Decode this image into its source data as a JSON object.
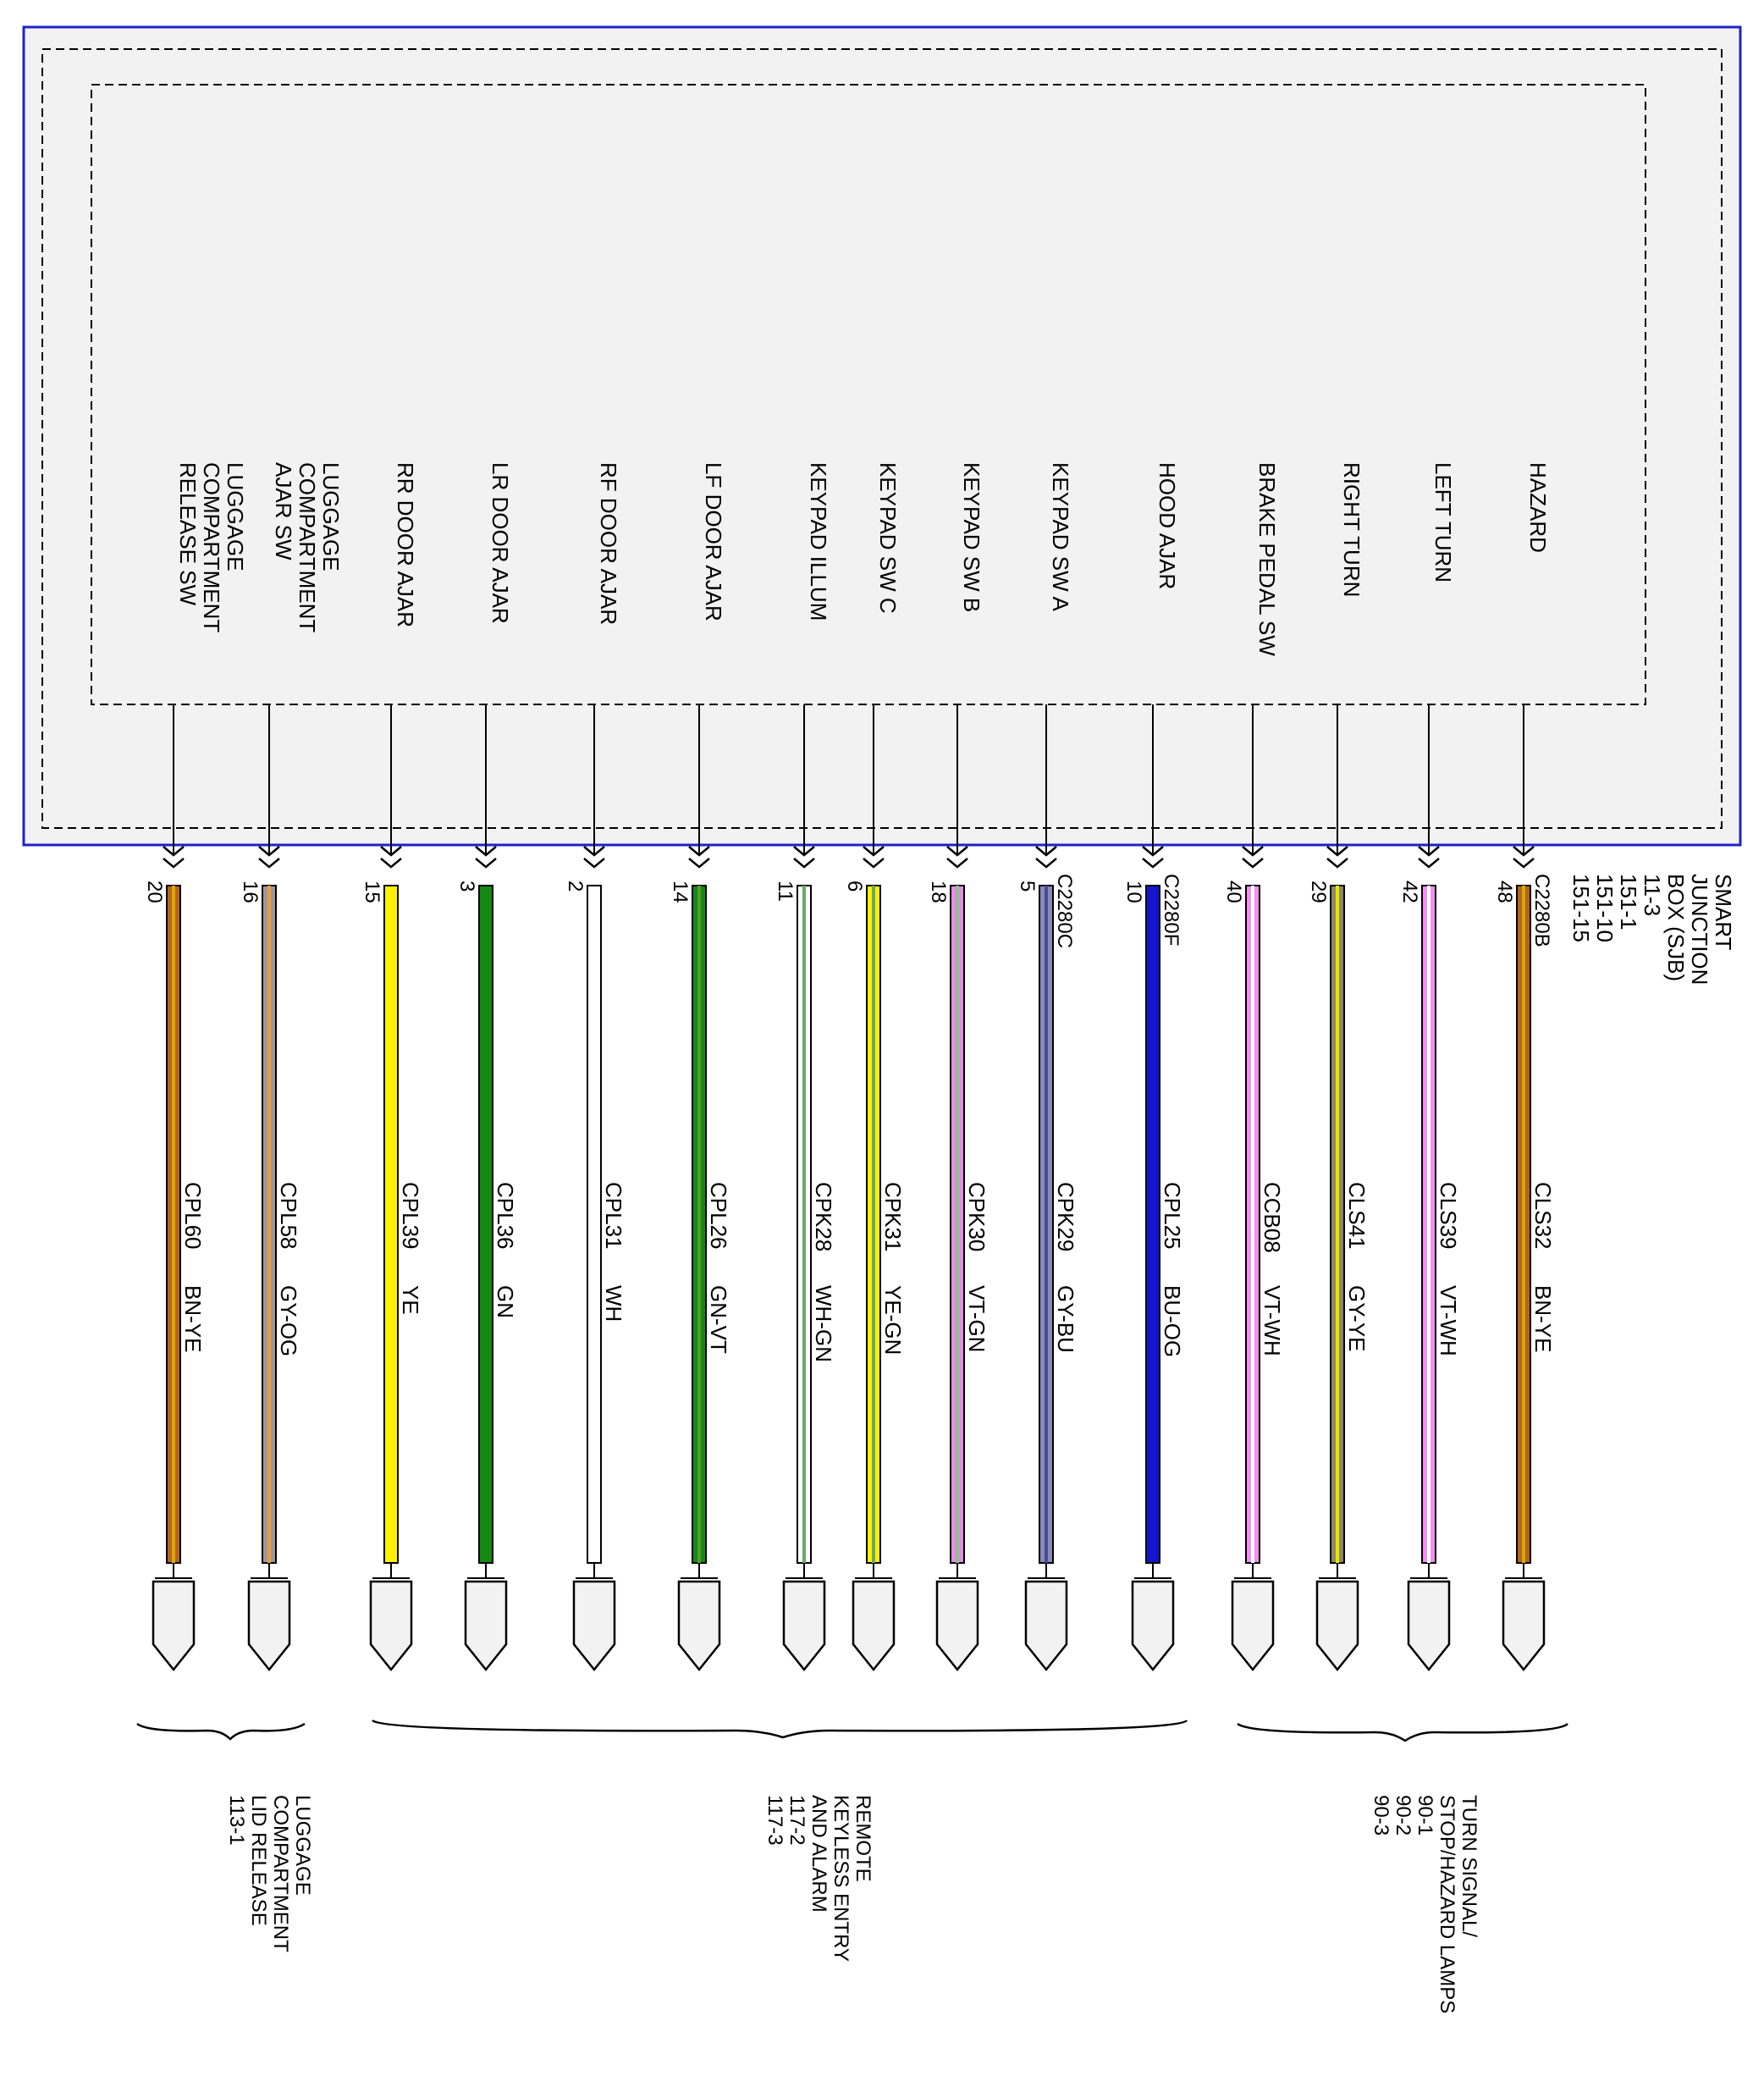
{
  "module": {
    "name_lines": [
      "SMART",
      "JUNCTION",
      "BOX (SJB)",
      "11-3",
      "151-1",
      "151-10",
      "151-15"
    ]
  },
  "wires": [
    {
      "func": [
        "LUGGAGE",
        "COMPARTMENT",
        "RELEASE SW"
      ],
      "pin": "20",
      "connector": "",
      "circuit": "CPL60",
      "color_code": "BN-YE",
      "colors": [
        "#b5651d",
        "#d9a800"
      ]
    },
    {
      "func": [
        "LUGGAGE",
        "COMPARTMENT",
        "AJAR SW"
      ],
      "pin": "16",
      "connector": "",
      "circuit": "CPL58",
      "color_code": "GY-OG",
      "colors": [
        "#9a9a9a",
        "#f29a3a"
      ]
    },
    {
      "func": [
        "RR DOOR AJAR"
      ],
      "pin": "15",
      "connector": "",
      "circuit": "CPL39",
      "color_code": "YE",
      "colors": [
        "#fff200",
        "#fff200"
      ]
    },
    {
      "func": [
        "LR DOOR AJAR"
      ],
      "pin": "3",
      "connector": "",
      "circuit": "CPL36",
      "color_code": "GN",
      "colors": [
        "#138a13",
        "#138a13"
      ]
    },
    {
      "func": [
        "RF DOOR AJAR"
      ],
      "pin": "2",
      "connector": "",
      "circuit": "CPL31",
      "color_code": "WH",
      "colors": [
        "#ffffff",
        "#ffffff"
      ]
    },
    {
      "func": [
        "LF DOOR AJAR"
      ],
      "pin": "14",
      "connector": "",
      "circuit": "CPL26",
      "color_code": "GN-VT",
      "colors": [
        "#138a13",
        "#5a9a2a"
      ]
    },
    {
      "func": [
        "KEYPAD ILLUM"
      ],
      "pin": "11",
      "connector": "",
      "circuit": "CPK28",
      "color_code": "WH-GN",
      "colors": [
        "#ffffff",
        "#6aa86a"
      ]
    },
    {
      "func": [
        "KEYPAD SW C"
      ],
      "pin": "6",
      "connector": "",
      "circuit": "CPK31",
      "color_code": "YE-GN",
      "colors": [
        "#fff200",
        "#6aa86a"
      ]
    },
    {
      "func": [
        "KEYPAD SW B"
      ],
      "pin": "18",
      "connector": "",
      "circuit": "CPK30",
      "color_code": "VT-GN",
      "colors": [
        "#e28ee2",
        "#8fbf8f"
      ]
    },
    {
      "func": [
        "KEYPAD SW A"
      ],
      "pin": "5",
      "connector": "C2280C",
      "circuit": "CPK29",
      "color_code": "GY-BU",
      "colors": [
        "#8a8ab8",
        "#4a4a9a"
      ]
    },
    {
      "func": [
        "HOOD AJAR"
      ],
      "pin": "10",
      "connector": "C2280F",
      "circuit": "CPL25",
      "color_code": "BU-OG",
      "colors": [
        "#1515d0",
        "#1515d0"
      ]
    },
    {
      "func": [
        "BRAKE PEDAL SW"
      ],
      "pin": "40",
      "connector": "",
      "circuit": "CCB08",
      "color_code": "VT-WH",
      "colors": [
        "#f090f0",
        "#ffffff"
      ]
    },
    {
      "func": [
        "RIGHT TURN"
      ],
      "pin": "29",
      "connector": "",
      "circuit": "CLS41",
      "color_code": "GY-YE",
      "colors": [
        "#8c8c60",
        "#e6e600"
      ]
    },
    {
      "func": [
        "LEFT TURN"
      ],
      "pin": "42",
      "connector": "",
      "circuit": "CLS39",
      "color_code": "VT-WH",
      "colors": [
        "#f090f0",
        "#ffffff"
      ]
    },
    {
      "func": [
        "HAZARD"
      ],
      "pin": "48",
      "connector": "C2280B",
      "circuit": "CLS32",
      "color_code": "BN-YE",
      "colors": [
        "#b5651d",
        "#d9a800"
      ]
    }
  ],
  "destinations": [
    {
      "lines": [
        "LUGGAGE",
        "COMPARTMENT",
        "LID RELEASE",
        "113-1"
      ]
    },
    {
      "lines": [
        "REMOTE",
        "KEYLESS ENTRY",
        "AND ALARM",
        "117-2",
        "117-3"
      ]
    },
    {
      "lines": [
        "TURN SIGNAL/",
        "STOP/HAZARD LAMPS",
        "90-1",
        "90-2",
        "90-3"
      ]
    }
  ],
  "colors": {
    "module_border": "#1f22c6",
    "module_fill": "#f2f2f2",
    "connector_fill": "#f2f2f2"
  }
}
